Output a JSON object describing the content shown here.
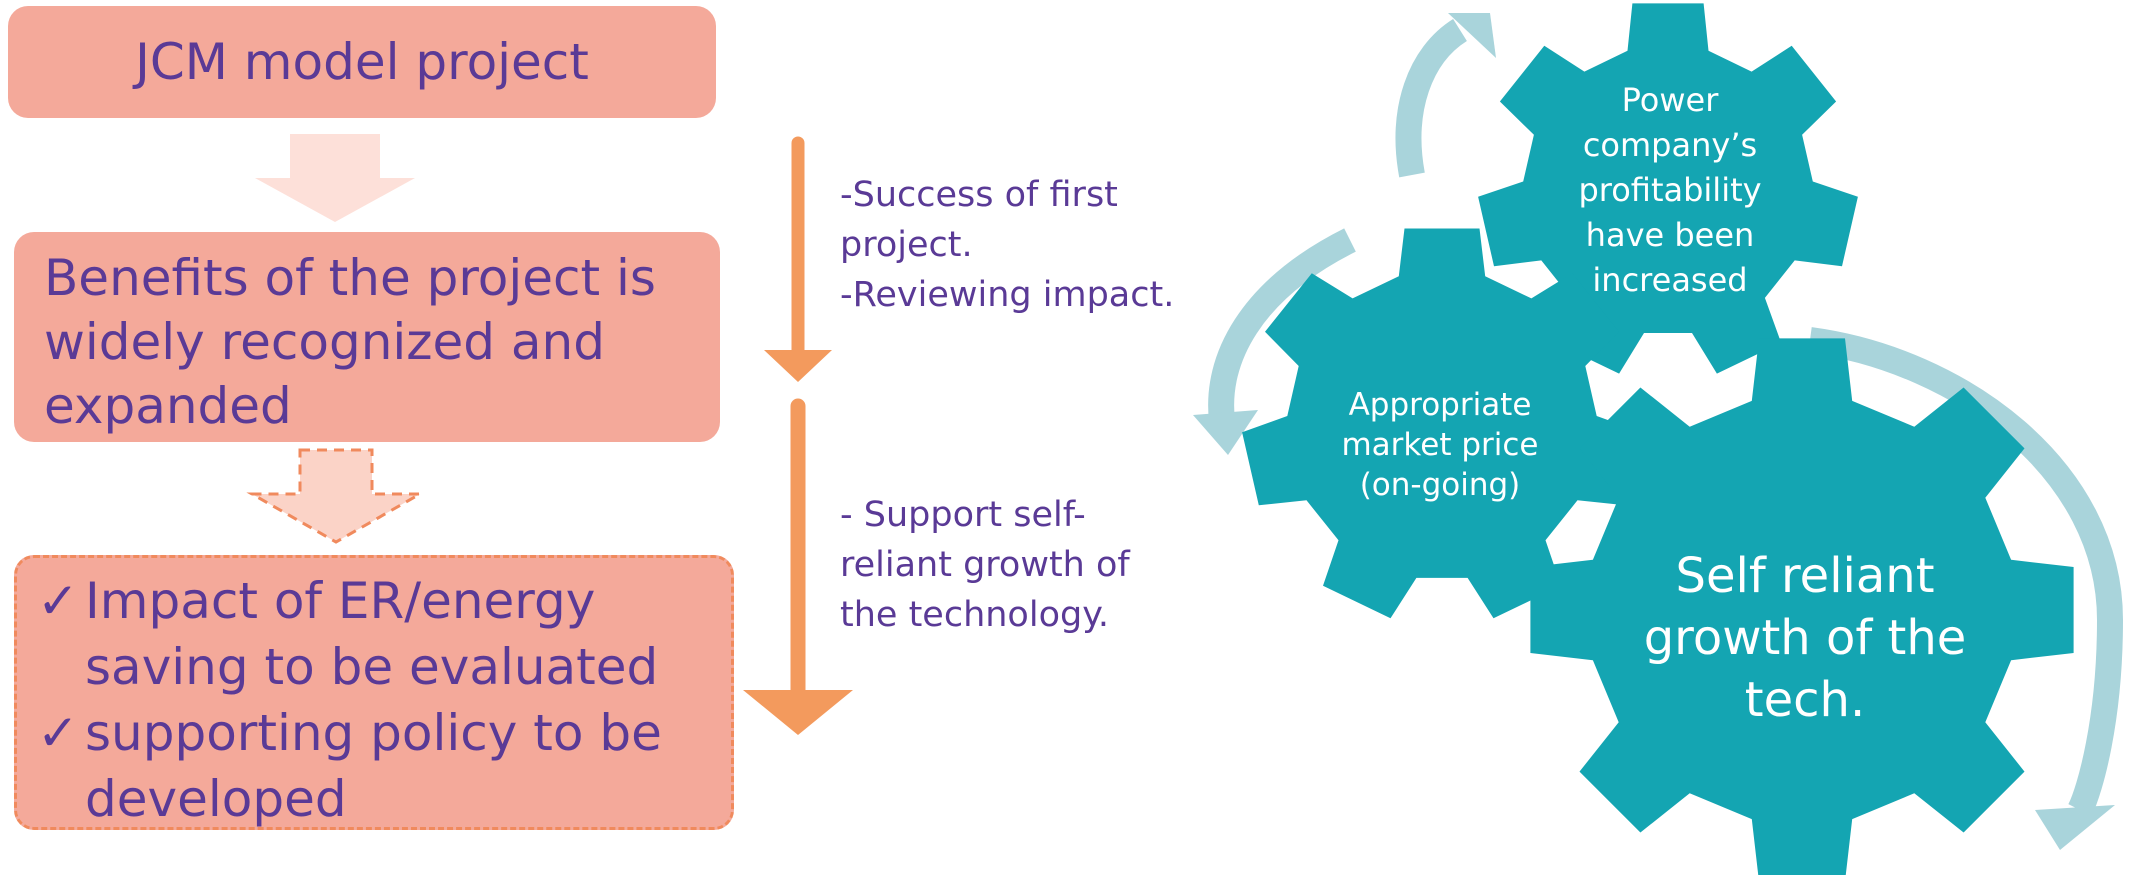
{
  "flow": {
    "box1": "JCM model project",
    "box2": "Benefits of the project is widely recognized and expanded",
    "box3_items": [
      "Impact of ER/energy saving to be evaluated",
      "supporting policy to be developed"
    ],
    "check_glyph": "✓"
  },
  "notes": {
    "top": [
      "-Success of first project.",
      "-Reviewing impact."
    ],
    "bottom": [
      "- Support self-reliant growth of the technology."
    ]
  },
  "gears": {
    "top": "Power company’s profitability have been increased",
    "middle": "Appropriate market price (on-going)",
    "big": "Self reliant growth of the tech."
  },
  "colors": {
    "box_fill": "#f4a99a",
    "text_purple": "#5a3a96",
    "arrow_orange": "#f39a5d",
    "gear_teal": "#14a5b2",
    "cycle_arrow": "#a9d4db"
  }
}
